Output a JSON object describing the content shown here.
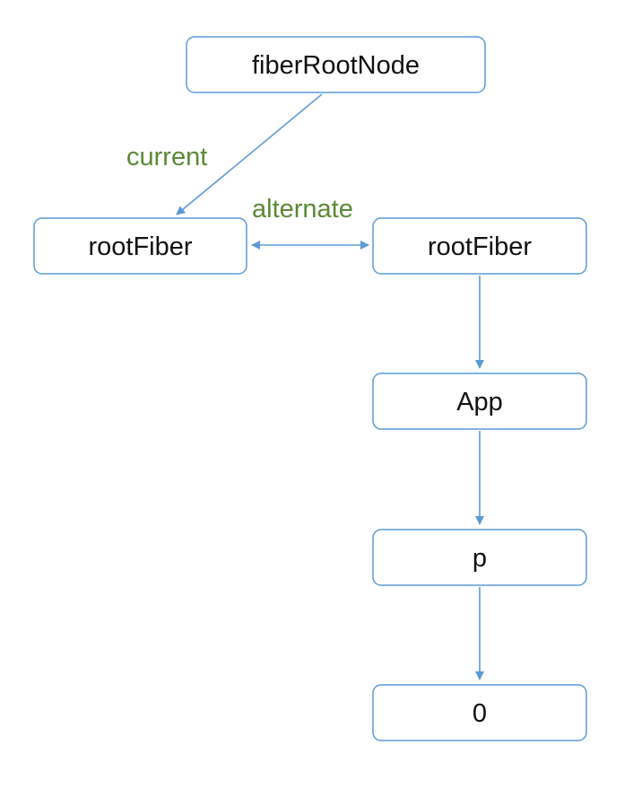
{
  "colors": {
    "node_border": "#5b9bd5",
    "edge": "#5b9bd5",
    "label": "#5a8a36"
  },
  "nodes": {
    "fiber_root_node": "fiberRootNode",
    "root_fiber_current": "rootFiber",
    "root_fiber_wip": "rootFiber",
    "app": "App",
    "p": "p",
    "zero": "0"
  },
  "edges": {
    "current_label": "current",
    "alternate_label": "alternate"
  }
}
